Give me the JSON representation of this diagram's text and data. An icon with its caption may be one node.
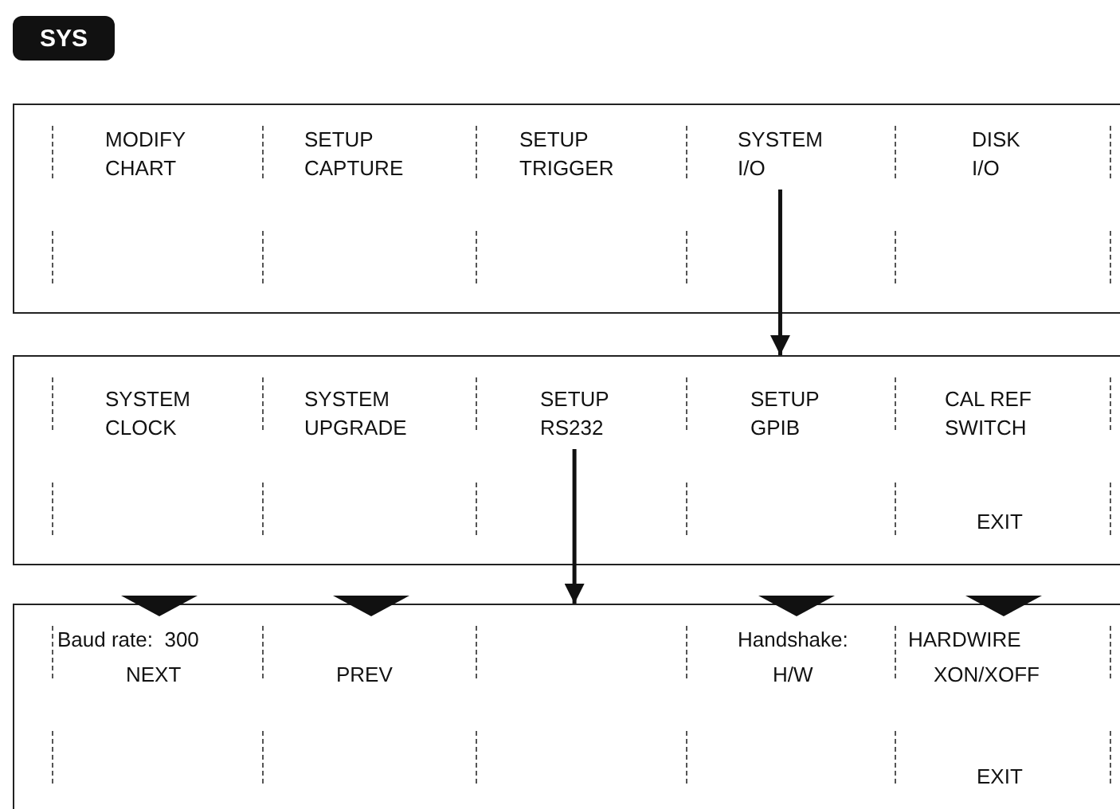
{
  "diagram": {
    "nodes": [
      {
        "text": [
          "SYS"
        ]
      },
      {
        "text": [],
        "shape": "box"
      },
      {
        "text": [
          "MODIFY CHART"
        ],
        "in": 1
      },
      {
        "text": [
          "SETUP CAPTURE"
        ],
        "in": 1
      },
      {
        "text": [
          "SETUP TRIGGER"
        ],
        "in": 1
      },
      {
        "text": [
          "SYSTEM I/O"
        ],
        "in": 1
      },
      {
        "text": [
          "DISK I/O"
        ],
        "in": 1
      },
      {
        "text": [],
        "shape": "box"
      },
      {
        "text": [
          "SYSTEM CLOCK"
        ],
        "in": 7
      },
      {
        "text": [
          "SYSTEM UPGRADE"
        ],
        "in": 7
      },
      {
        "text": [
          "SETUP RS232"
        ],
        "in": 7
      },
      {
        "text": [
          "SETUP GPIB"
        ],
        "in": 7
      },
      {
        "text": [
          "CAL REF SWITCH"
        ],
        "in": 7
      },
      {
        "text": [
          "EXIT"
        ],
        "in": 7
      },
      {
        "text": [],
        "shape": "box"
      },
      {
        "text": [
          "NEXT"
        ],
        "in": 14
      },
      {
        "text": [
          "PREV"
        ],
        "in": 14
      },
      {
        "text": [
          "H/W"
        ],
        "in": 14
      },
      {
        "text": [
          "XON/XOFF"
        ],
        "in": 14
      },
      {
        "text": [
          "EXIT"
        ],
        "in": 14
      }
    ],
    "edges": [
      {
        "from": 5,
        "to": 7,
        "arrow": "to"
      },
      {
        "from": 10,
        "to": 14,
        "arrow": "to"
      }
    ],
    "labels": [
      "Baud rate:  300",
      "Handshake:",
      "HARDWIRE"
    ]
  }
}
